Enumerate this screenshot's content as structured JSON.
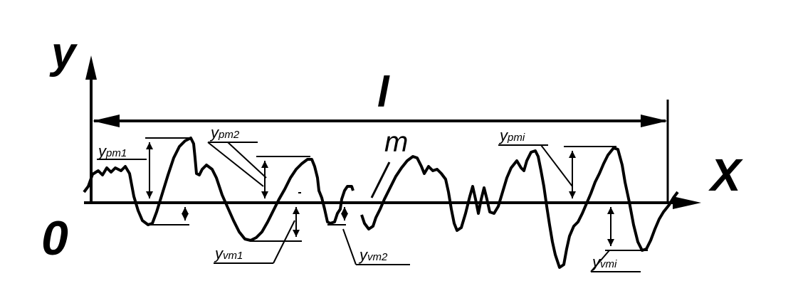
{
  "diagram": {
    "axes": {
      "y_label": "y",
      "x_label": "X",
      "origin_label": "0"
    },
    "length_label": "l",
    "mean_line_label": "m",
    "peaks": [
      {
        "base": "y",
        "sub": "pm1"
      },
      {
        "base": "y",
        "sub": "pm2"
      },
      {
        "base": "y",
        "sub": "pmi"
      }
    ],
    "valleys": [
      {
        "base": "y",
        "sub": "vm1"
      },
      {
        "base": "y",
        "sub": "vm2"
      },
      {
        "base": "y",
        "sub": "vmi"
      }
    ],
    "colors": {
      "ink": "#000000",
      "background": "#ffffff"
    }
  }
}
